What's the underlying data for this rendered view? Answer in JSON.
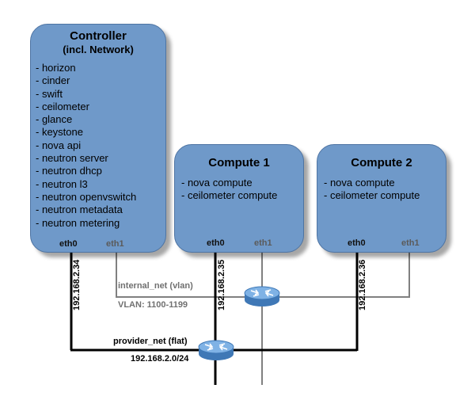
{
  "colors": {
    "node_fill": "#6f99c9",
    "node_border": "#4e74a3",
    "provider_net_line": "#000000",
    "internal_net_line": "#808080"
  },
  "nodes": {
    "controller": {
      "title": "Controller",
      "subtitle": "(incl. Network)",
      "services": [
        "- horizon",
        "- cinder",
        "- swift",
        "- ceilometer",
        "- glance",
        "- keystone",
        "- nova api",
        "- neutron server",
        "- neutron dhcp",
        "- neutron l3",
        "- neutron openvswitch",
        "- neutron metadata",
        "- neutron metering"
      ],
      "eth0": "eth0",
      "eth1": "eth1",
      "ip": "192.168.2.34"
    },
    "compute1": {
      "title": "Compute 1",
      "services": [
        "- nova compute",
        "- ceilometer compute"
      ],
      "eth0": "eth0",
      "eth1": "eth1",
      "ip": "192.168.2.35"
    },
    "compute2": {
      "title": "Compute 2",
      "services": [
        "- nova compute",
        "- ceilometer compute"
      ],
      "eth0": "eth0",
      "eth1": "eth1",
      "ip": "192.168.2.36"
    }
  },
  "networks": {
    "internal": {
      "label": "internal_net (vlan)",
      "vlan": "VLAN: 1100-1199",
      "icon": "router-icon"
    },
    "provider": {
      "label": "provider_net (flat)",
      "subnet": "192.168.2.0/24",
      "icon": "router-icon"
    }
  }
}
